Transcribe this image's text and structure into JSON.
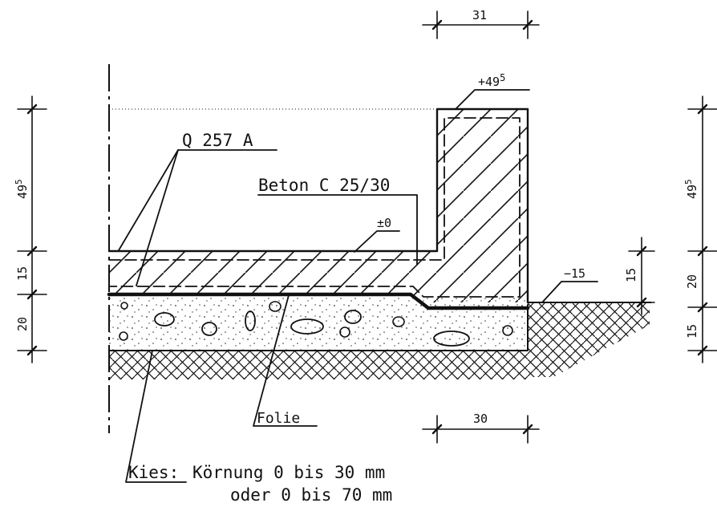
{
  "labels": {
    "rebar": "Q 257 A",
    "concrete": "Beton C 25/30",
    "foil": "Folie",
    "gravel_key": "Kies:",
    "gravel_line1": "Körnung 0 bis 30 mm",
    "gravel_line2": "oder 0 bis 70 mm"
  },
  "levels": {
    "top_wall": "+49",
    "top_wall_sup": "5",
    "floor": "±0",
    "outside": "−15"
  },
  "dimensions": {
    "wall_top_width": "31",
    "wall_bottom_width": "30",
    "left": [
      {
        "value": "49",
        "sup": "5"
      },
      {
        "value": "15",
        "sup": ""
      },
      {
        "value": "20",
        "sup": ""
      }
    ],
    "right": [
      {
        "value": "49",
        "sup": "5"
      },
      {
        "value": "15",
        "sup": ""
      },
      {
        "value": "20",
        "sup": ""
      },
      {
        "value": "15",
        "sup": ""
      }
    ]
  }
}
